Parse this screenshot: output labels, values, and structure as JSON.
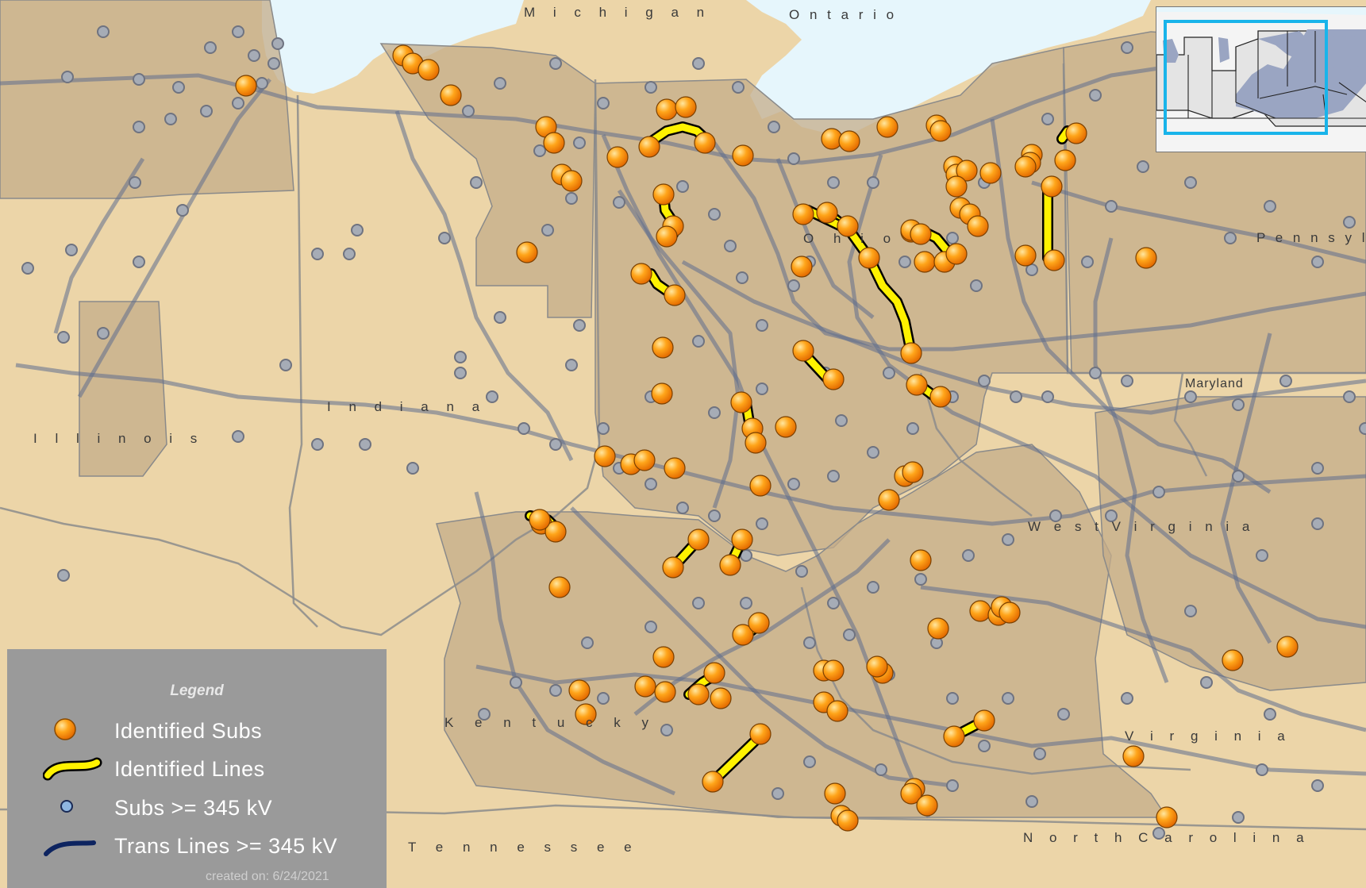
{
  "map": {
    "colors": {
      "water": "#e6f6fc",
      "land": "#ecd5a8",
      "territory": "#c4ac8a",
      "transmission": "#5f6e8e",
      "substation": "#a6acb6",
      "identified_line": "#fff200",
      "identified_sub_fill": "#ff9d00",
      "identified_sub_highlight": "#ffd37a",
      "legend_bg": "#9a9a9a",
      "inset_box": "#19b4ea",
      "inset_region": "#9aa5c2"
    },
    "labels": {
      "michigan": "M i c h i g a n",
      "ontario": "O n t a r i o",
      "ohio": "O h i o",
      "pennsylvania": "P e n n s y l v a n i a",
      "indiana": "I n d i a n a",
      "illinois": "I l l i n o i s",
      "maryland": "Maryland",
      "west_virginia": "W e s t   V i r g i n i a",
      "kentucky": "K e n t u c k y",
      "virginia": "V i r g i n i a",
      "tennessee": "T e n n e s s e e",
      "north_carolina": "N o r t h   C a r o l i n a"
    }
  },
  "legend": {
    "title": "Legend",
    "items": [
      {
        "label": "Identified Subs",
        "icon": "orange-sphere-icon"
      },
      {
        "label": "Identified Lines",
        "icon": "yellow-line-icon"
      },
      {
        "label": "Subs >= 345 kV",
        "icon": "blue-circle-icon"
      },
      {
        "label": "Trans Lines >= 345 kV",
        "icon": "navy-line-icon"
      }
    ],
    "created": "created on: 6/24/2021"
  }
}
